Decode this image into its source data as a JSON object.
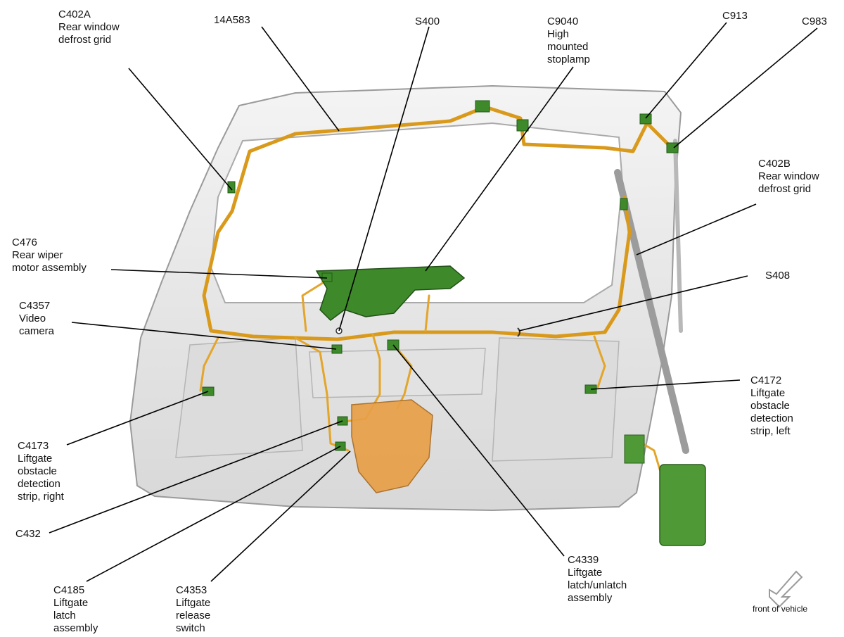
{
  "labels": [
    {
      "id": "c402a",
      "lines": [
        "C402A",
        "Rear window",
        "defrost grid"
      ]
    },
    {
      "id": "14a583",
      "lines": [
        "14A583"
      ]
    },
    {
      "id": "s400",
      "lines": [
        "S400"
      ]
    },
    {
      "id": "c9040",
      "lines": [
        "C9040",
        "High",
        "mounted",
        "stoplamp"
      ]
    },
    {
      "id": "c913",
      "lines": [
        "C913"
      ]
    },
    {
      "id": "c983",
      "lines": [
        "C983"
      ]
    },
    {
      "id": "c402b",
      "lines": [
        "C402B",
        "Rear window",
        "defrost grid"
      ]
    },
    {
      "id": "c476",
      "lines": [
        "C476",
        "Rear wiper",
        "motor assembly"
      ]
    },
    {
      "id": "s408",
      "lines": [
        "S408"
      ]
    },
    {
      "id": "c4357",
      "lines": [
        "C4357",
        "Video",
        "camera"
      ]
    },
    {
      "id": "c4172",
      "lines": [
        "C4172",
        "Liftgate",
        "obstacle",
        "detection",
        "strip, left"
      ]
    },
    {
      "id": "c4173",
      "lines": [
        "C4173",
        "Liftgate",
        "obstacle",
        "detection",
        "strip, right"
      ]
    },
    {
      "id": "c432",
      "lines": [
        "C432"
      ]
    },
    {
      "id": "c4185",
      "lines": [
        "C4185",
        "Liftgate",
        "latch",
        "assembly"
      ]
    },
    {
      "id": "c4353",
      "lines": [
        "C4353",
        "Liftgate",
        "release",
        "switch"
      ]
    },
    {
      "id": "c4339",
      "lines": [
        "C4339",
        "Liftgate",
        "latch/unlatch",
        "assembly"
      ]
    }
  ],
  "footer": {
    "front_of_vehicle": "front of vehicle"
  },
  "colors": {
    "harness": "#d99a1c",
    "component": "#3e8a2a",
    "latch": "#e8a048",
    "panel": "#e9e9e9"
  }
}
